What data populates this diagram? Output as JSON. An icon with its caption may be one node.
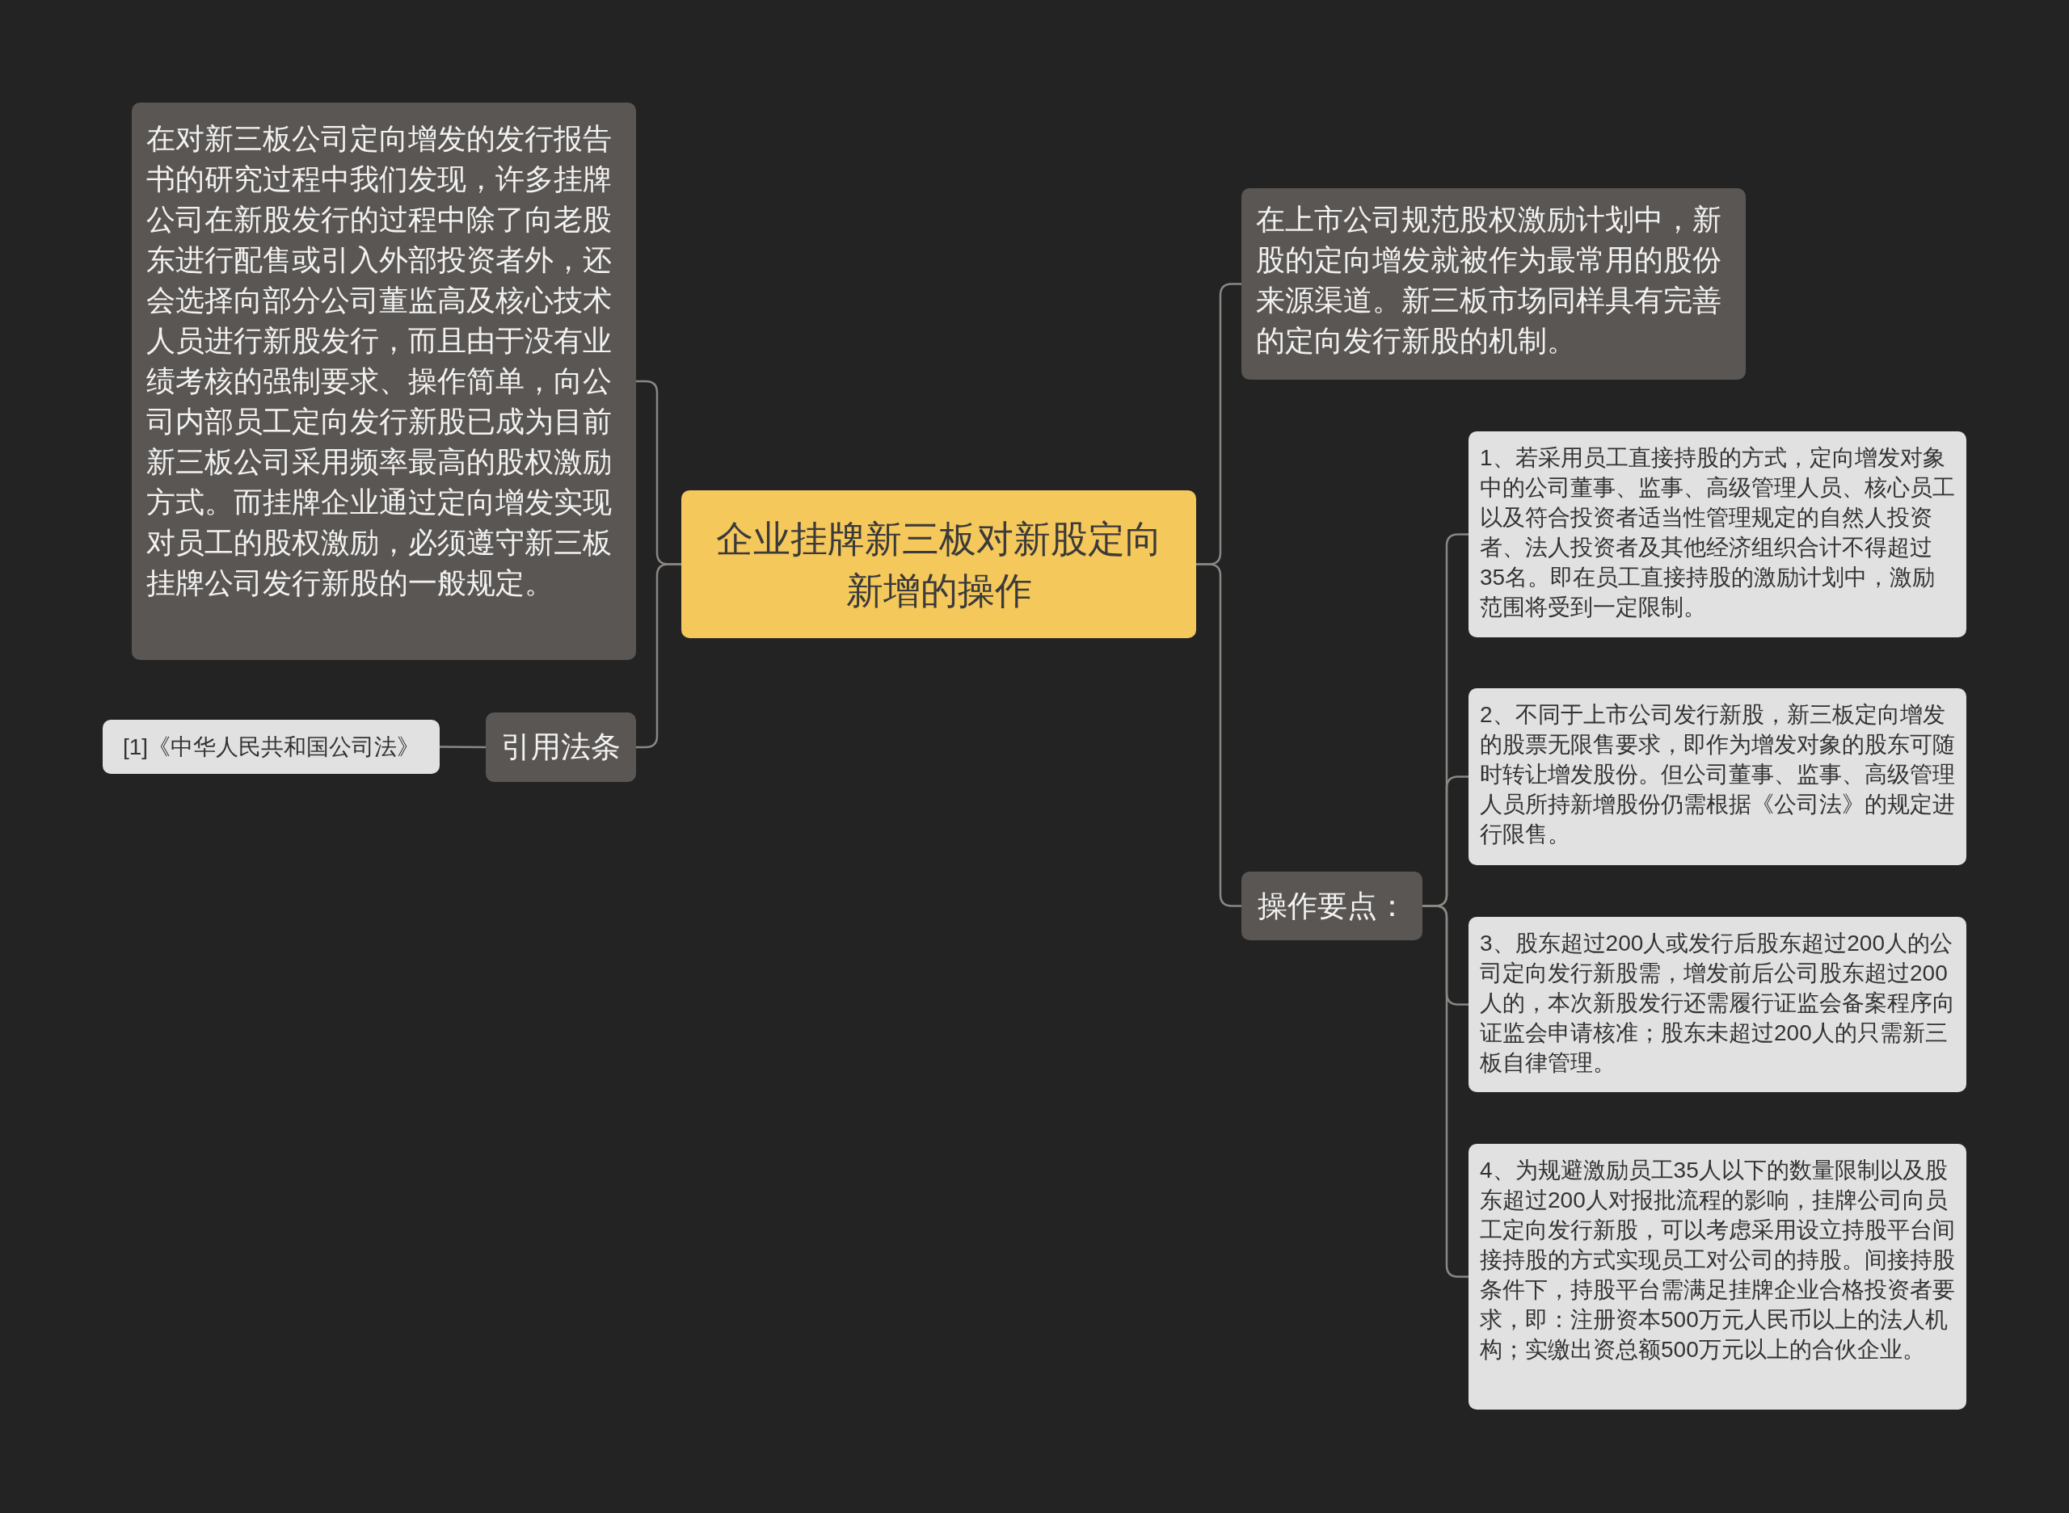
{
  "diagram": {
    "nodes": [
      {
        "text": [
          "企业挂牌新三板对新股定向新增的操作"
        ]
      },
      {
        "text": [
          "在对新三板公司定向增发的发行报告书的研究过程中我们发现，许多挂牌公司在新股发行的过程中除了向老股东进行配售或引入外部投资者外，还会选择向部分公司董监高及核心技术人员进行新股发行，而且由于没有业绩考核的强制要求、操作简单，向公司内部员工定向发行新股已成为目前新三板公司采用频率最高的股权激励方式。而挂牌企业通过定向增发实现对员工的股权激励，必须遵守新三板挂牌公司发行新股的一般规定。"
        ]
      },
      {
        "text": [
          "引用法条"
        ]
      },
      {
        "text": [
          "[1]《中华人民共和国公司法》"
        ]
      },
      {
        "text": [
          "在上市公司规范股权激励计划中，新股的定向增发就被作为最常用的股份来源渠道。新三板市场同样具有完善的定向发行新股的机制。"
        ]
      },
      {
        "text": [
          "操作要点："
        ]
      },
      {
        "text": [
          "1、若采用员工直接持股的方式，定向增发对象中的公司董事、监事、高级管理人员、核心员工以及符合投资者适当性管理规定的自然人投资者、法人投资者及其他经济组织合计不得超过35名。即在员工直接持股的激励计划中，激励范围将受到一定限制。"
        ]
      },
      {
        "text": [
          "2、不同于上市公司发行新股，新三板定向增发的股票无限售要求，即作为增发对象的股东可随时转让增发股份。但公司董事、监事、高级管理人员所持新增股份仍需根据《公司法》的规定进行限售。"
        ]
      },
      {
        "text": [
          "3、股东超过200人或发行后股东超过200人的公司定向发行新股需，增发前后公司股东超过200人的，本次新股发行还需履行证监会备案程序向证监会申请核准；股东未超过200人的只需新三板自律管理。"
        ]
      },
      {
        "text": [
          "4、为规避激励员工35人以下的数量限制以及股东超过200人对报批流程的影响，挂牌公司向员工定向发行新股，可以考虑采用设立持股平台间接持股的方式实现员工对公司的持股。间接持股条件下，持股平台需满足挂牌企业合格投资者要求，即：注册资本500万元人民币以上的法人机构；实缴出资总额500万元以上的合伙企业。"
        ]
      }
    ],
    "edges": [
      {
        "from": 0,
        "to": 1,
        "arrow": "none"
      },
      {
        "from": 0,
        "to": 2,
        "arrow": "none"
      },
      {
        "from": 2,
        "to": 3,
        "arrow": "none"
      },
      {
        "from": 0,
        "to": 4,
        "arrow": "none"
      },
      {
        "from": 0,
        "to": 5,
        "arrow": "none"
      },
      {
        "from": 5,
        "to": 6,
        "arrow": "none"
      },
      {
        "from": 5,
        "to": 7,
        "arrow": "none"
      },
      {
        "from": 5,
        "to": 8,
        "arrow": "none"
      },
      {
        "from": 5,
        "to": 9,
        "arrow": "none"
      }
    ]
  }
}
